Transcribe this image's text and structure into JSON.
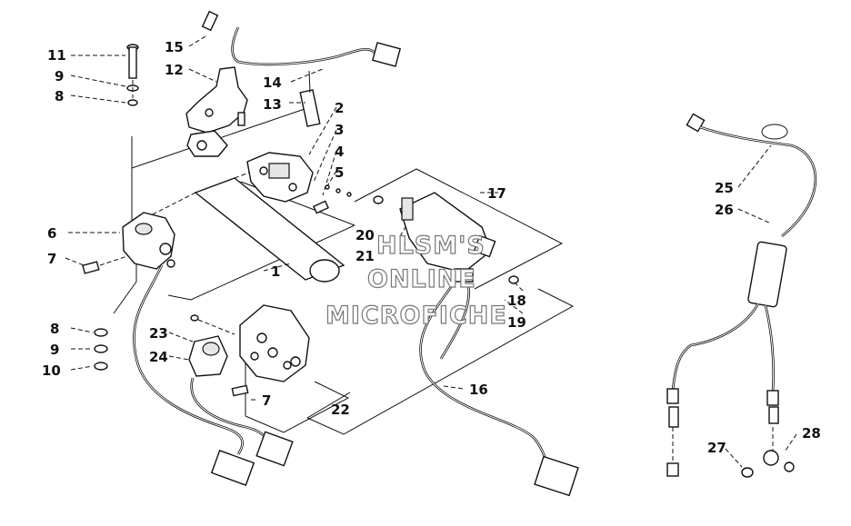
{
  "watermark": {
    "line1": "HLSM'S",
    "line2": "ONLINE",
    "line3": "MICROFICHE"
  },
  "callouts": {
    "c1": "1",
    "c2": "2",
    "c3": "3",
    "c4": "4",
    "c5": "5",
    "c6": "6",
    "c7a": "7",
    "c7b": "7",
    "c8a": "8",
    "c8b": "8",
    "c9a": "9",
    "c9b": "9",
    "c10": "10",
    "c11": "11",
    "c12": "12",
    "c13": "13",
    "c14": "14",
    "c15": "15",
    "c16": "16",
    "c17": "17",
    "c18": "18",
    "c19": "19",
    "c20": "20",
    "c21": "21",
    "c22": "22",
    "c23": "23",
    "c24": "24",
    "c25": "25",
    "c26": "26",
    "c27": "27",
    "c28": "28"
  }
}
